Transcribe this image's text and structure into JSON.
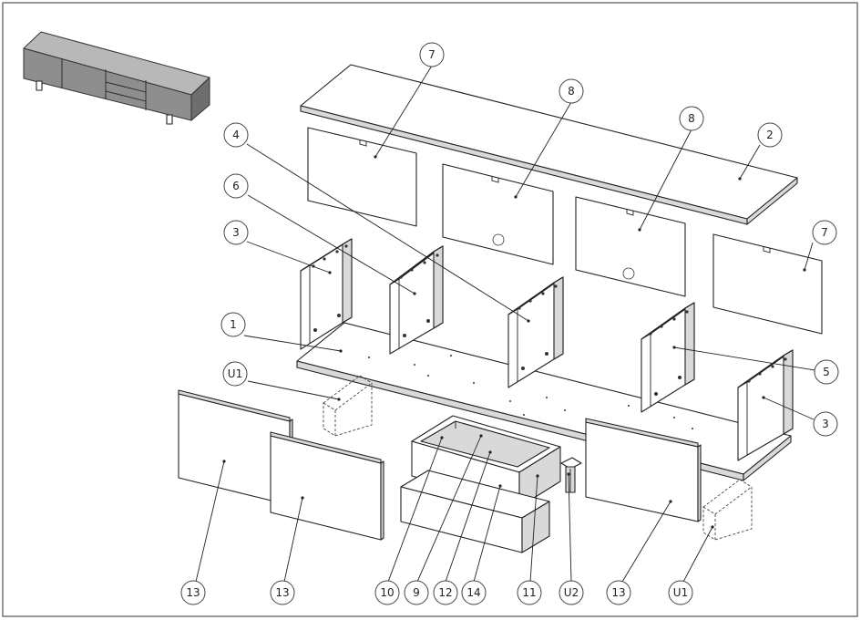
{
  "balloons": [
    {
      "label": "7"
    },
    {
      "label": "8"
    },
    {
      "label": "8"
    },
    {
      "label": "2"
    },
    {
      "label": "4"
    },
    {
      "label": "6"
    },
    {
      "label": "3"
    },
    {
      "label": "7"
    },
    {
      "label": "1"
    },
    {
      "label": "5"
    },
    {
      "label": "U1"
    },
    {
      "label": "3"
    },
    {
      "label": "13"
    },
    {
      "label": "13"
    },
    {
      "label": "10"
    },
    {
      "label": "9"
    },
    {
      "label": "12"
    },
    {
      "label": "14"
    },
    {
      "label": "11"
    },
    {
      "label": "U2"
    },
    {
      "label": "13"
    },
    {
      "label": "U1"
    }
  ]
}
